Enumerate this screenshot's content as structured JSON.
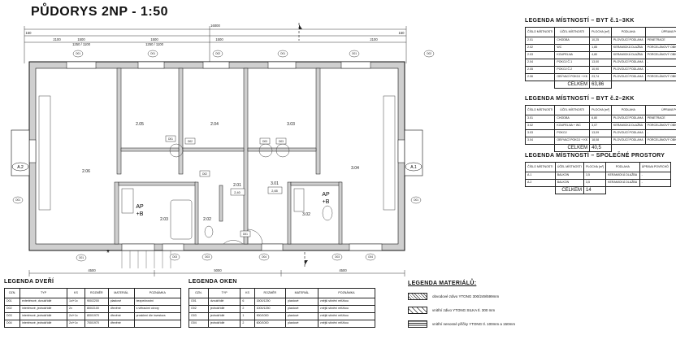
{
  "title": "PŮDORYS 2NP - 1:50",
  "plan": {
    "dims_top": [
      "16000",
      "150",
      "2100",
      "1500",
      "1250 / 1100",
      "1500",
      "1250 / 1100",
      "1500",
      "2100",
      "150"
    ],
    "rooms": [
      "2.06",
      "2.05",
      "2.04",
      "3.03",
      "3.04",
      "2.01",
      "3.01",
      "2.03",
      "2.02",
      "3.02"
    ],
    "room_areas": [
      "2,40",
      "2,65"
    ],
    "side_tags": [
      "A.2",
      "A.1"
    ],
    "ap_labels": [
      "AP",
      "+B",
      "AP",
      "+B"
    ],
    "window_tags": [
      "O01",
      "O01",
      "O02",
      "O01",
      "O01",
      "O02",
      "O01",
      "O01",
      "O01",
      "O03",
      "O03",
      "O04",
      "O04",
      "O03"
    ],
    "door_tags": [
      "D01",
      "D02",
      "D03",
      "D03",
      "D02",
      "D01"
    ],
    "star": "*",
    "dims_bottom": [
      "4500",
      "5000",
      "4500"
    ]
  },
  "leg_byt1": {
    "title": "LEGENDA MÍSTNOSTÍ  –  BYT č.1–3KK",
    "headers": [
      "ČÍSLO MÍSTNOSTI",
      "ÚČEL MÍSTNOSTI",
      "PLOCHA [m²]",
      "PODLAHA",
      "ÚPRAVA POVRCHŮ"
    ],
    "rows": [
      [
        "2.01",
        "CHODBA",
        "10,25",
        "PLOVOUCÍ PODLAHA",
        "PENETRACE"
      ],
      [
        "2.02",
        "WC",
        "1,85",
        "KERAMICKÁ DLAŽBA",
        "PORCELÁNOVÝ OBKLAD v=1500"
      ],
      [
        "2.03",
        "KOUPELNA",
        "4,80",
        "KERAMICKÁ DLAŽBA",
        "PORCELÁNOVÝ OBKLAD v=2100"
      ],
      [
        "2.04",
        "POKOJ Č.1",
        "13,00",
        "PLOVOUCÍ PODLAHA",
        "-"
      ],
      [
        "2.05",
        "POKOJ Č.2",
        "10,90",
        "PLOVOUCÍ PODLAHA",
        "-"
      ],
      [
        "2.06",
        "OBÝVACÍ POKOJ + KK",
        "23,74",
        "PLOVOUCÍ PODLAHA",
        "PORCELÁNOVÝ OBKLAD KOLEM LINKY"
      ]
    ],
    "total_label": "CELKEM",
    "total_value": "63,86"
  },
  "leg_byt2": {
    "title": "LEGENDA MÍSTNOSTÍ  –  BYT č.2–2KK",
    "headers": [
      "ČÍSLO MÍSTNOSTI",
      "ÚČEL MÍSTNOSTI",
      "PLOCHA [m²]",
      "PODLAHA",
      "ÚPRAVA POVRCHŮ"
    ],
    "rows": [
      [
        "3.01",
        "CHODBA",
        "6,80",
        "PLOVOUCÍ PODLAHA",
        "PENETRACE"
      ],
      [
        "3.02",
        "KOUPELNA + WC",
        "3,07",
        "KERAMICKÁ DLAŽBA",
        "PORCELÁNOVÝ OBKLAD v=2100"
      ],
      [
        "3.03",
        "POKOJ",
        "13,09",
        "PLOVOUCÍ PODLAHA",
        "-"
      ],
      [
        "3.04",
        "OBÝVACÍ POKOJ + KK",
        "18,08",
        "PLOVOUCÍ PODLAHA",
        "PORCELÁNOVÝ OBKLAD KOLEM LINKY"
      ]
    ],
    "total_label": "CELKEM",
    "total_value": "40,5"
  },
  "leg_spol": {
    "title": "LEGENDA MÍSTNOSTÍ  –  SPOLEČNÉ PROSTORY",
    "headers": [
      "ČÍSLO MÍSTNOSTI",
      "ÚČEL MÍSTNOSTI",
      "PLOCHA [m²]",
      "PODLAHA",
      "ÚPRAVA POVRCHŮ"
    ],
    "rows": [
      [
        "A.1",
        "BALKON",
        "3,5",
        "KERAMICKÁ DLAŽBA",
        "-"
      ],
      [
        "A.2",
        "BALKON",
        "3,5",
        "KERAMICKÁ DLAŽBA",
        "-"
      ]
    ],
    "total_label": "CELKEM",
    "total_value": "14"
  },
  "leg_dveri": {
    "title": "LEGENDA DVEŘÍ",
    "headers": [
      "OZN.",
      "TYP",
      "KS",
      "ROZMĚR",
      "MATERIÁL",
      "POZNÁMKA"
    ],
    "rows": [
      [
        "D01",
        "exteriérové, dvoukřídlé",
        "1x/+1x",
        "900/2200",
        "plastové",
        "bezpečnostní"
      ],
      [
        "D02",
        "interiérové, jednokřídlé",
        "2x",
        "800/2100",
        "dřevěné",
        "s větracími otvory"
      ],
      [
        "D03",
        "interiérové, jednokřídlé",
        "2x/+1x",
        "800/1970",
        "dřevěné",
        "prosklení dle investora"
      ],
      [
        "D04",
        "interiérové, jednokřídlé",
        "2x/+1x",
        "700/1970",
        "dřevěné",
        ""
      ]
    ]
  },
  "leg_oken": {
    "title": "LEGENDA OKEN",
    "headers": [
      "OZN.",
      "TYP",
      "KS",
      "ROZMĚR",
      "MATERIÁL",
      "POZNÁMKA"
    ],
    "rows": [
      [
        "O01",
        "dvoukřídlé",
        "6",
        "1500/1250",
        "plastové",
        "vnější stínění mřížkou"
      ],
      [
        "O02",
        "jednokřídlé",
        "2",
        "1000/1250",
        "plastové",
        "vnější stínění mřížkou"
      ],
      [
        "O03",
        "jednokřídlé",
        "1",
        "900/1000",
        "plastové",
        "vnější stínění mřížkou"
      ],
      [
        "O04",
        "jednokřídlé",
        "2",
        "600/1000",
        "plastové",
        "vnější stínění mřížkou"
      ]
    ]
  },
  "leg_mat": {
    "title": "LEGENDA MATERIÁLŮ:",
    "items": [
      "obvodové zdivo YTONG 300/249/599mm",
      "vnitřní zdivo YTONG SILKA tl. 300 mm",
      "vnitřní nenosné příčky YTONG tl. 100mm a 150mm"
    ]
  }
}
